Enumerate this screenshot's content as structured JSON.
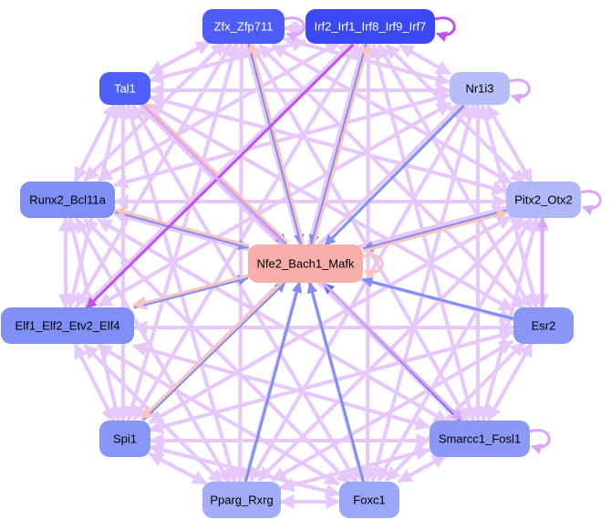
{
  "nodes": [
    {
      "id": "zfx",
      "label": "Zfx_Zfp711",
      "color": "#4d5cf7",
      "text": "#ffffff"
    },
    {
      "id": "irf",
      "label": "Irf2_Irf1_Irf8_Irf9_Irf7",
      "color": "#3a48f5",
      "text": "#ffffff"
    },
    {
      "id": "tal1",
      "label": "Tal1",
      "color": "#4f60f8",
      "text": "#ffffff"
    },
    {
      "id": "nr1i3",
      "label": "Nr1i3",
      "color": "#b6bdf9",
      "text": "#000000"
    },
    {
      "id": "runx2",
      "label": "Runx2_Bcl11a",
      "color": "#7f8ff6",
      "text": "#000000"
    },
    {
      "id": "pitx2",
      "label": "Pitx2_Otx2",
      "color": "#b0b8f8",
      "text": "#000000"
    },
    {
      "id": "nfe2",
      "label": "Nfe2_Bach1_Mafk",
      "color": "#f8aeab",
      "text": "#000000"
    },
    {
      "id": "elf1",
      "label": "Elf1_Elf2_Etv2_Elf4",
      "color": "#7f8ff6",
      "text": "#000000"
    },
    {
      "id": "esr2",
      "label": "Esr2",
      "color": "#8a96f5",
      "text": "#000000"
    },
    {
      "id": "spi1",
      "label": "Spi1",
      "color": "#8896f5",
      "text": "#000000"
    },
    {
      "id": "smarcc1",
      "label": "Smarcc1_Fosl1",
      "color": "#8b98f5",
      "text": "#000000"
    },
    {
      "id": "pparg",
      "label": "Pparg_Rxrg",
      "color": "#a3adf7",
      "text": "#000000"
    },
    {
      "id": "foxc1",
      "label": "Foxc1",
      "color": "#9ba6f6",
      "text": "#000000"
    }
  ],
  "edge_colors": {
    "light": "#e6c8fb",
    "medium": "#d9a6f9",
    "strong": "#c050f0",
    "blue": "#7f8ff6",
    "darkblue": "#5a6af0",
    "peach": "#fcc4bc"
  },
  "edges": [
    {
      "from": "tal1",
      "to": "nfe2",
      "color": "blue"
    },
    {
      "from": "zfx",
      "to": "nfe2",
      "color": "blue"
    },
    {
      "from": "nfe2",
      "to": "zfx",
      "color": "peach"
    },
    {
      "from": "irf",
      "to": "nfe2",
      "color": "blue"
    },
    {
      "from": "nfe2",
      "to": "irf",
      "color": "peach"
    },
    {
      "from": "nr1i3",
      "to": "nfe2",
      "color": "blue"
    },
    {
      "from": "pitx2",
      "to": "nfe2",
      "color": "blue"
    },
    {
      "from": "nfe2",
      "to": "pitx2",
      "color": "peach"
    },
    {
      "from": "runx2",
      "to": "nfe2",
      "color": "blue"
    },
    {
      "from": "nfe2",
      "to": "runx2",
      "color": "peach"
    },
    {
      "from": "elf1",
      "to": "nfe2",
      "color": "blue"
    },
    {
      "from": "nfe2",
      "to": "elf1",
      "color": "peach"
    },
    {
      "from": "esr2",
      "to": "nfe2",
      "color": "blue"
    },
    {
      "from": "spi1",
      "to": "nfe2",
      "color": "blue"
    },
    {
      "from": "nfe2",
      "to": "spi1",
      "color": "peach"
    },
    {
      "from": "smarcc1",
      "to": "nfe2",
      "color": "darkblue"
    },
    {
      "from": "pparg",
      "to": "nfe2",
      "color": "blue"
    },
    {
      "from": "foxc1",
      "to": "nfe2",
      "color": "blue"
    },
    {
      "from": "nfe2",
      "to": "tal1",
      "color": "peach"
    },
    {
      "from": "irf",
      "to": "elf1",
      "color": "strong"
    },
    {
      "from": "tal1",
      "to": "smarcc1",
      "color": "medium"
    },
    {
      "from": "esr2",
      "to": "pitx2",
      "color": "medium"
    }
  ],
  "self_loops": [
    {
      "node": "zfx",
      "color": "medium"
    },
    {
      "node": "irf",
      "color": "strong"
    },
    {
      "node": "nr1i3",
      "color": "medium"
    },
    {
      "node": "pitx2",
      "color": "medium"
    },
    {
      "node": "nfe2",
      "color": "peach"
    },
    {
      "node": "smarcc1",
      "color": "medium"
    }
  ]
}
